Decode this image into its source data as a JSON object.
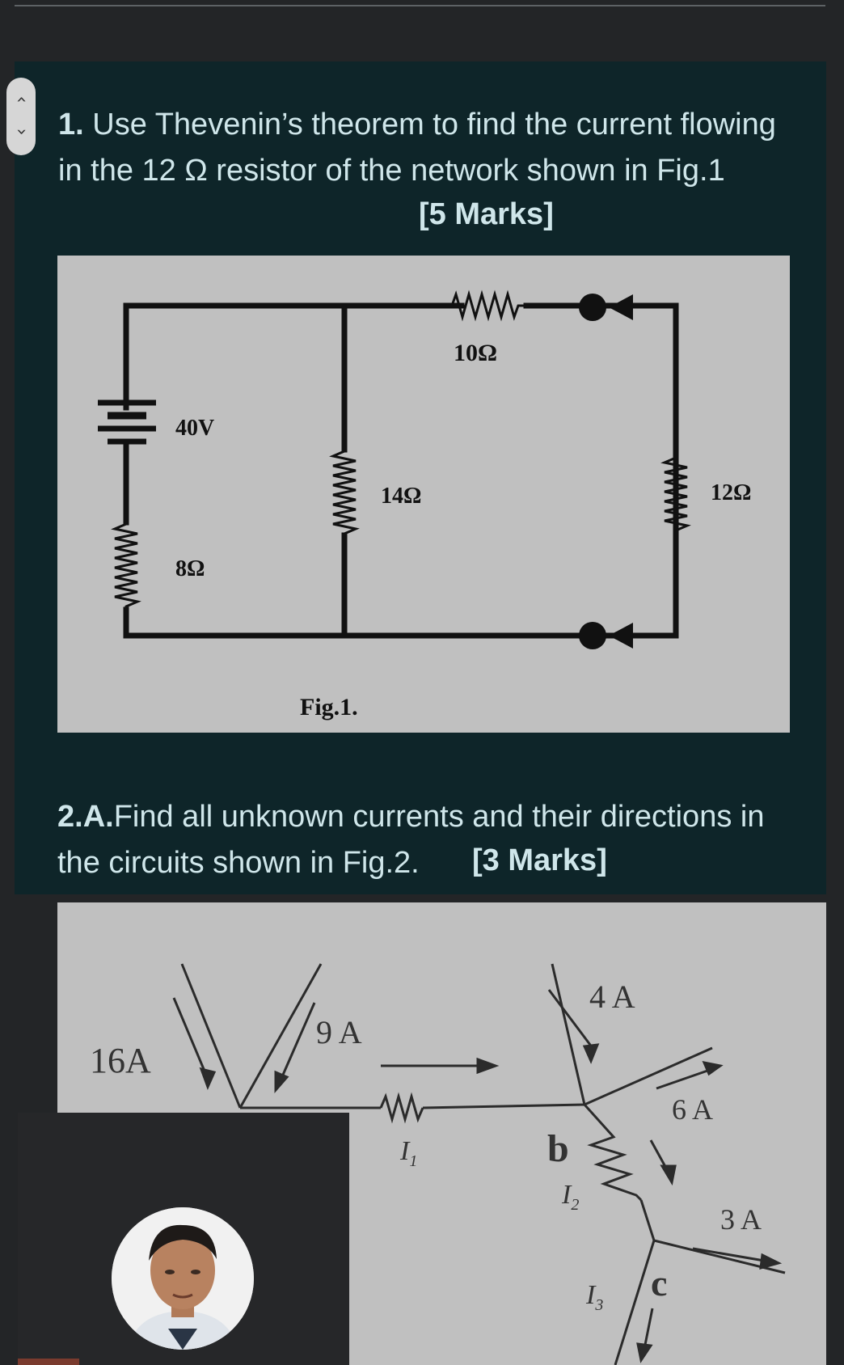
{
  "question1": {
    "number": "1.",
    "line1": " Use Thevenin’s theorem to find the current flowing",
    "line2": "in the  12 Ω resistor of the network shown in Fig.1",
    "marks": "[5 Marks]"
  },
  "figure1": {
    "caption": "Fig.1.",
    "labels": {
      "r10": "10Ω",
      "v40": "40V",
      "r14": "14Ω",
      "r12": "12Ω",
      "r8": "8Ω"
    }
  },
  "question2": {
    "number": "2.A.",
    "line1": "Find all unknown currents and their directions in",
    "line2": "the circuits shown in Fig.2.",
    "marks": "[3 Marks]"
  },
  "figure2": {
    "labels": {
      "i16": "16A",
      "i9": "9 A",
      "i4": "4 A",
      "i6": "6 A",
      "i3": "3 A",
      "node_b": "b",
      "node_c": "c",
      "I1": "I",
      "I1sub": "1",
      "I2": "I",
      "I2sub": "2",
      "I3": "I",
      "I3sub": "3"
    }
  },
  "ui": {
    "scroll_up": "‹",
    "scroll_down": "›"
  },
  "colors": {
    "panel": "#0e2529",
    "text": "#cfe6ea",
    "figure_bg": "#c0c0c0",
    "page_bg": "#232527"
  }
}
